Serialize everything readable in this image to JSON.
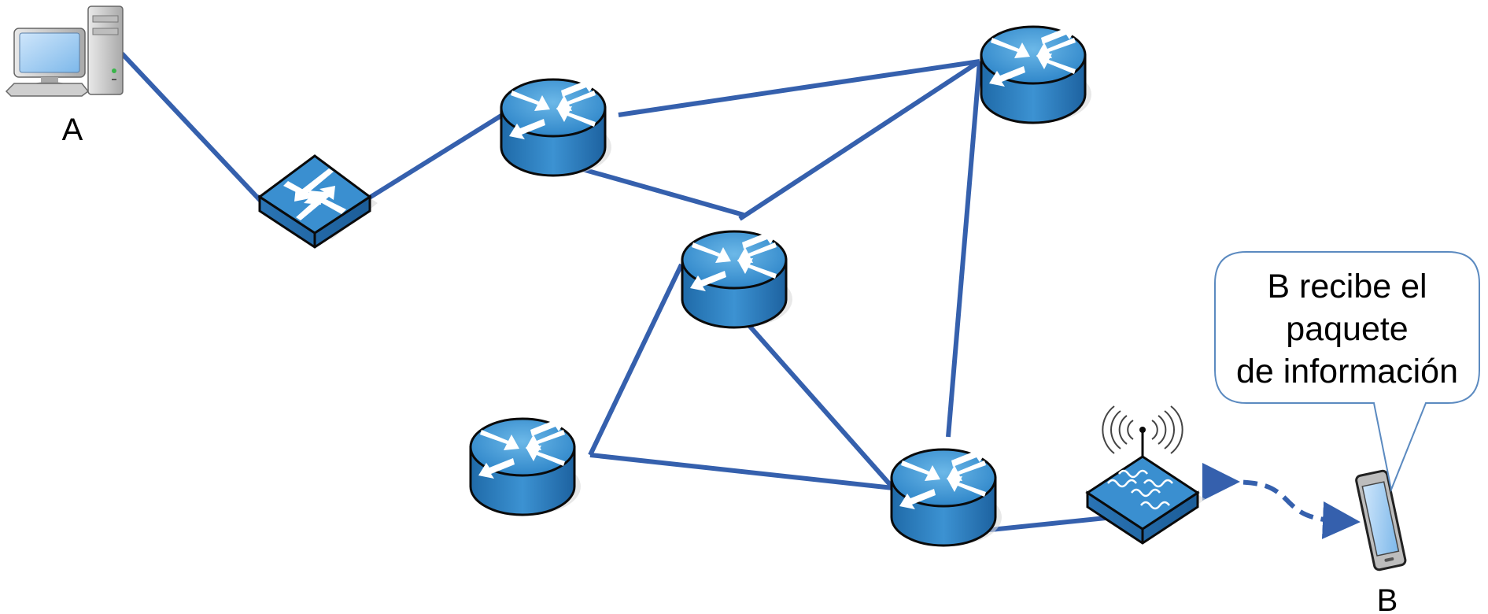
{
  "nodes": {
    "host_a": {
      "label": "A",
      "icon": "desktop-computer-icon"
    },
    "host_b": {
      "label": "B",
      "icon": "smartphone-icon"
    },
    "switch": {
      "icon": "switch-icon"
    },
    "wireless_ap": {
      "icon": "wireless-access-point-icon"
    },
    "routers": [
      {
        "id": "router-1",
        "icon": "router-icon"
      },
      {
        "id": "router-2",
        "icon": "router-icon"
      },
      {
        "id": "router-3",
        "icon": "router-icon"
      },
      {
        "id": "router-4",
        "icon": "router-icon"
      },
      {
        "id": "router-5",
        "icon": "router-icon"
      }
    ]
  },
  "callout": {
    "lines": [
      "B recibe el",
      "paquete",
      "de información"
    ]
  },
  "colors": {
    "link": "#3560ad",
    "device_blue": "#2b7fc3",
    "device_top": "#4aa0d8",
    "callout_border": "#5b8ac0"
  }
}
